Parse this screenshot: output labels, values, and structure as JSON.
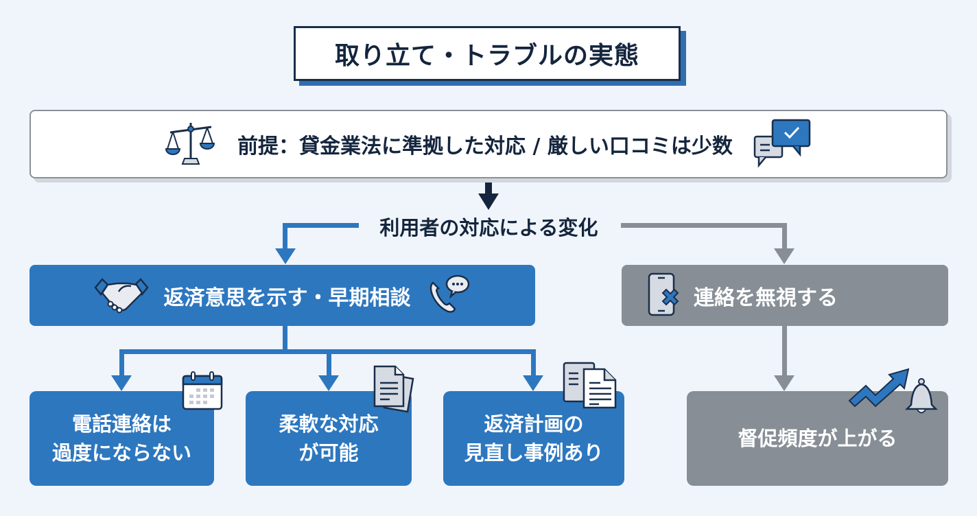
{
  "title": "取り立て・トラブルの実態",
  "premise": {
    "text": "前提：貸金業法に準拠した対応 / 厳しい口コミは少数",
    "left_icon": "scales-icon",
    "right_icon": "chat-check-icon"
  },
  "branch_label": "利用者の対応による変化",
  "branches": {
    "positive": {
      "label": "返済意思を示す・早期相談",
      "left_icon": "handshake-icon",
      "right_icon": "phone-chat-icon",
      "color": "#2d77bf",
      "outcomes": [
        {
          "text": "電話連絡は\n過度にならない",
          "icon": "calendar-icon"
        },
        {
          "text": "柔軟な対応\nが可能",
          "icon": "document-icon"
        },
        {
          "text": "返済計画の\n見直し事例あり",
          "icon": "documents-icon"
        }
      ]
    },
    "negative": {
      "label": "連絡を無視する",
      "icon": "phone-x-icon",
      "color": "#878e96",
      "outcome": {
        "text": "督促頻度が上がる",
        "icons": [
          "trend-up-icon",
          "bell-icon"
        ]
      }
    }
  },
  "colors": {
    "background": "#f0f5fc",
    "navy": "#14253d",
    "blue": "#2d77bf",
    "gray": "#878e96"
  }
}
